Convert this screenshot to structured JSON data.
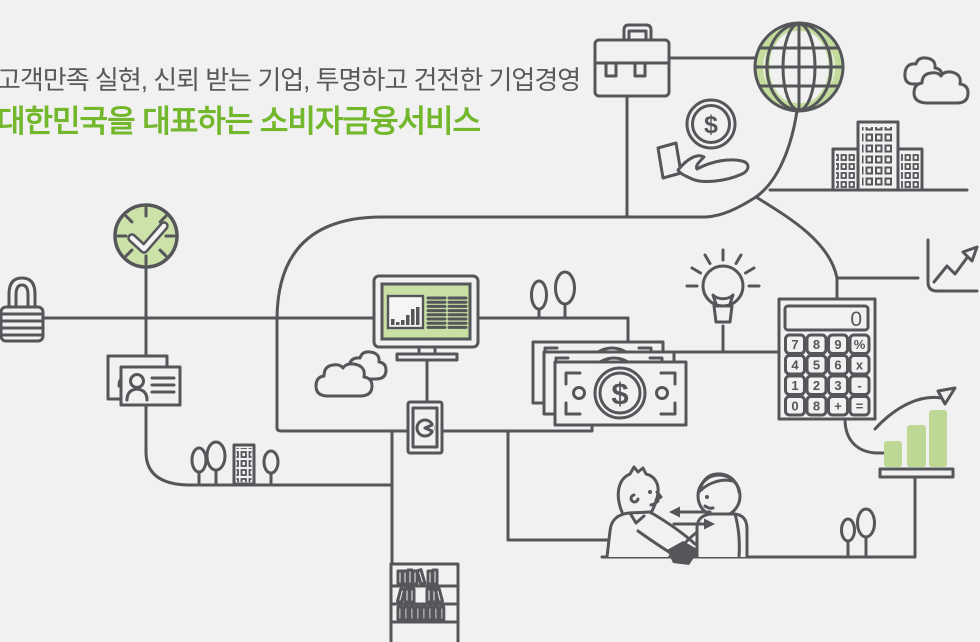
{
  "header": {
    "tagline": "고객만족 실현, 신뢰 받는 기업, 투명하고 건전한 기업경영",
    "title": "대한민국을 대표하는 소비자금융서비스"
  },
  "calculator": {
    "display": "0",
    "keys": [
      "7",
      "8",
      "9",
      "%",
      "4",
      "5",
      "6",
      "x",
      "1",
      "2",
      "3",
      "-",
      "0",
      "8",
      "+",
      "="
    ]
  },
  "coin": {
    "symbol": "$"
  },
  "money_bill": {
    "symbol": "$"
  },
  "colors": {
    "background": "#f1f1f1",
    "line": "#54565a",
    "headline_green": "#73b72c",
    "tagline_gray": "#58595b",
    "icon_green_fill": "#cde2a9",
    "bar_green": "#bdd795"
  },
  "icons": [
    "briefcase-icon",
    "globe-icon",
    "coin-hand-icon",
    "cloud-icon",
    "city-buildings-icon",
    "growth-chart-icon",
    "clock-icon",
    "padlock-icon",
    "id-cards-icon",
    "monitor-chart-icon",
    "trees-icon",
    "money-stack-icon",
    "lightbulb-icon",
    "calculator-icon",
    "bar-growth-icon",
    "smartphone-icon",
    "bookshelf-icon",
    "handshake-icon",
    "exchange-arrows-icon",
    "building-icon"
  ]
}
